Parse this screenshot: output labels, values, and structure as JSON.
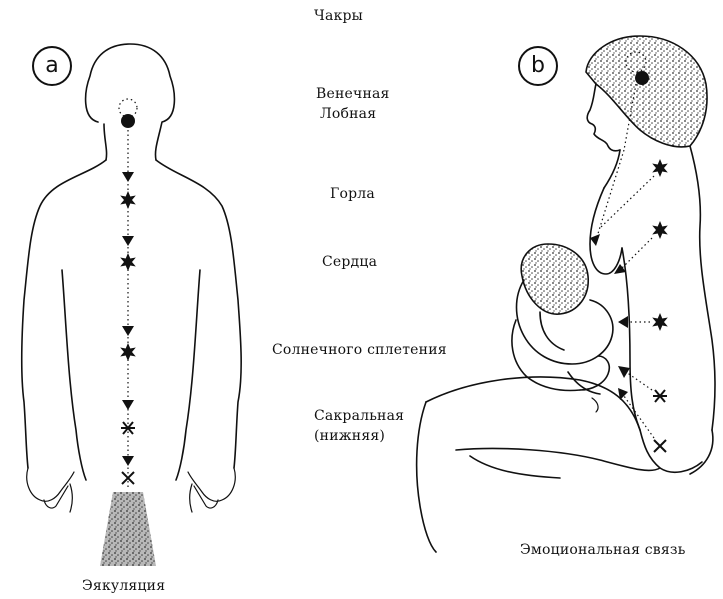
{
  "title": "Чакры",
  "panel_a": {
    "letter": "a",
    "caption": "Эякуляция"
  },
  "panel_b": {
    "letter": "b",
    "caption": "Эмоциональная связь"
  },
  "chakras": [
    {
      "label": "Венечная"
    },
    {
      "label": "Лобная"
    },
    {
      "label": "Горла"
    },
    {
      "label": "Сердца"
    },
    {
      "label": "Солнечного сплетения"
    },
    {
      "label": "Сакральная"
    },
    {
      "label": "(нижняя)"
    }
  ],
  "colors": {
    "ink": "#111111",
    "background": "#ffffff"
  }
}
